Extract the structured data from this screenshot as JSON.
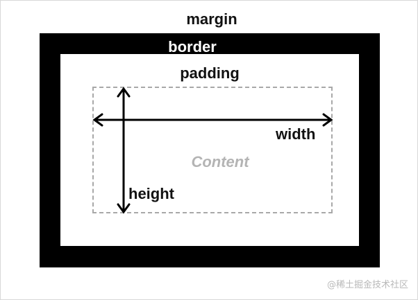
{
  "diagram": {
    "margin_label": "margin",
    "border_label": "border",
    "padding_label": "padding",
    "content_label": "Content",
    "width_label": "width",
    "height_label": "height"
  },
  "watermark": "@稀土掘金技术社区",
  "colors": {
    "border": "#000000",
    "background": "#ffffff",
    "content_text": "#b4b4b4",
    "dashed_outline": "#a8a8a8"
  }
}
